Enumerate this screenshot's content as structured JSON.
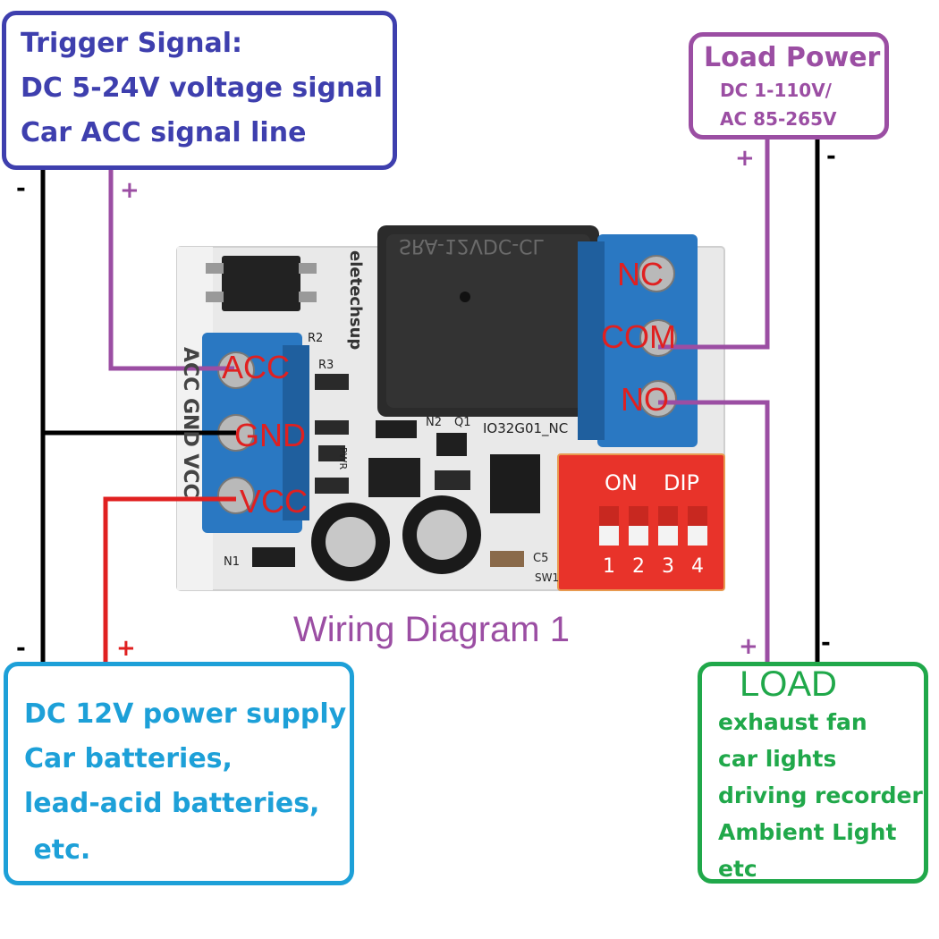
{
  "trigger_box": {
    "lines": [
      "Trigger Signal:",
      "DC 5-24V voltage signal",
      "Car ACC signal line"
    ]
  },
  "load_power_box": {
    "title": "Load Power",
    "lines": [
      "DC 1-110V/",
      "AC 85-265V"
    ]
  },
  "power_box": {
    "lines": [
      "DC 12V power supply",
      "Car batteries,",
      "lead-acid batteries,",
      " etc."
    ]
  },
  "load_box": {
    "title": "LOAD",
    "lines": [
      "exhaust fan",
      "car lights",
      "driving recorder",
      "Ambient Light",
      "etc"
    ]
  },
  "caption": "Wiring Diagram 1",
  "polarity": {
    "trigger_minus": "-",
    "trigger_plus": "+",
    "power_minus": "-",
    "power_plus": "+",
    "load_power_plus": "+",
    "load_power_minus": "-",
    "load_plus": "+",
    "load_minus": "-"
  },
  "terminals_left": [
    "ACC",
    "GND",
    "VCC"
  ],
  "terminals_right": [
    "NC",
    "COM",
    "NO"
  ],
  "board": {
    "brand": "eletechsup",
    "model": "IO32G01_NC",
    "relay_text": "SRA-12VDC-CL",
    "silk_left": "ACC GND VCC",
    "dip_on": "ON",
    "dip_label": "DIP",
    "dip_numbers": [
      "1",
      "2",
      "3",
      "4"
    ],
    "parts": {
      "r2": "R2",
      "r3": "R3",
      "n1": "N1",
      "n2": "N2",
      "q1": "Q1",
      "c5": "C5",
      "sw1": "SW1",
      "pwr": "PWR"
    }
  },
  "colors": {
    "trigger": "#3e3fae",
    "load_power": "#9b4ea3",
    "power": "#1da0d8",
    "load": "#20a84a",
    "wire_black": "#000000",
    "wire_purple": "#9b4ea3",
    "wire_red": "#e02020",
    "terminal_blue": "#2a78c2",
    "dip_red": "#e8332a",
    "caption": "#9b4ea3"
  }
}
